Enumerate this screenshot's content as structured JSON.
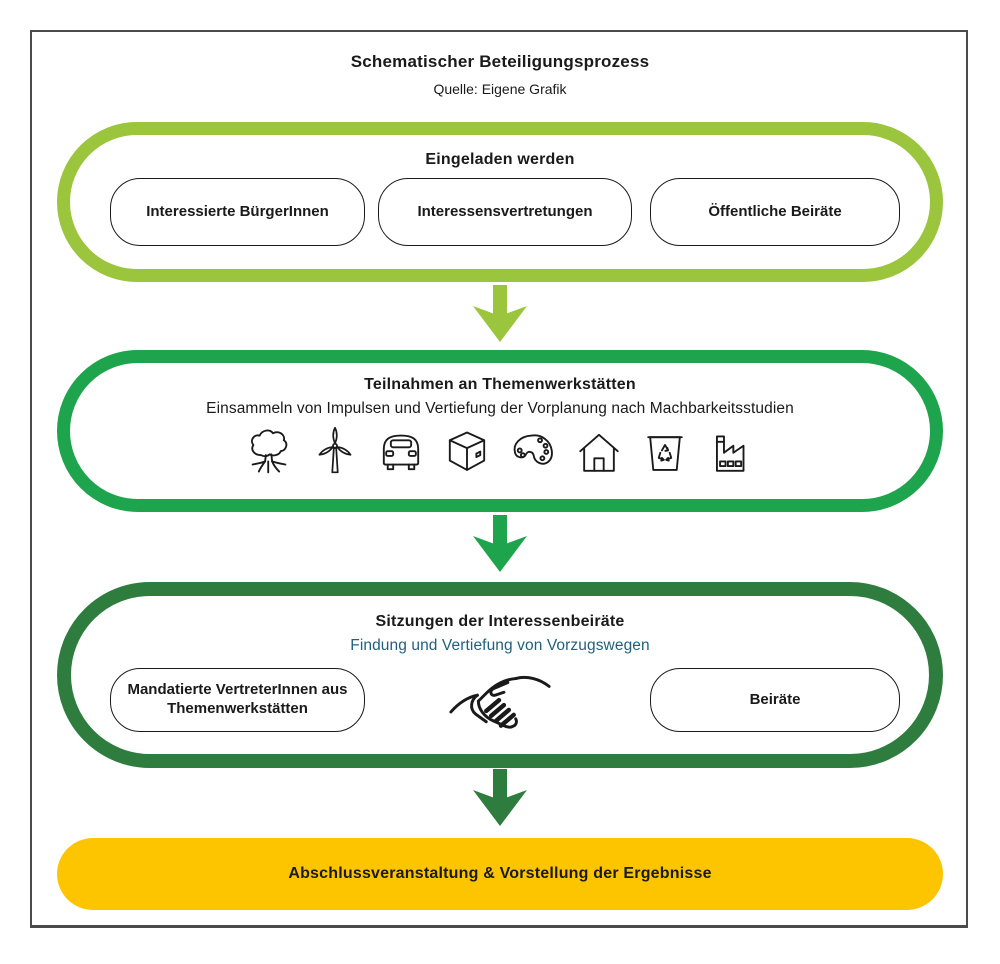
{
  "header": {
    "title": "Schematischer Beteiligungsprozess",
    "source": "Quelle: Eigene Grafik"
  },
  "stages": [
    {
      "heading": "Eingeladen werden",
      "pills": [
        "Interessierte BürgerInnen",
        "Interessensvertretungen",
        "Öffentliche Beiräte"
      ]
    },
    {
      "heading": "Teilnahmen an Themenwerkstätten",
      "subheading": "Einsammeln von Impulsen und Vertiefung der Vorplanung nach Machbarkeitsstudien",
      "icons": [
        "tree-icon",
        "wind-turbine-icon",
        "car-icon",
        "box-icon",
        "palette-icon",
        "house-icon",
        "recycling-bin-icon",
        "factory-icon"
      ]
    },
    {
      "heading": "Sitzungen der Interessenbeiräte",
      "subheading": "Findung und Vertiefung von Vorzugswegen",
      "pills": [
        "Mandatierte VertreterInnen aus Themenwerkstätten",
        "Beiräte"
      ],
      "center_icon": "handshake-icon"
    }
  ],
  "final_banner": {
    "label": "Abschlussveranstaltung & Vorstellung der Ergebnisse"
  },
  "colors": {
    "stage1_green": "#9BC53C",
    "stage2_green": "#1EA44C",
    "stage3_green": "#2E7D3E",
    "banner_yellow": "#FDC500",
    "accent_blue": "#21607C",
    "ink": "#1A1A1A",
    "frame_gray": "#4B4B4B"
  }
}
